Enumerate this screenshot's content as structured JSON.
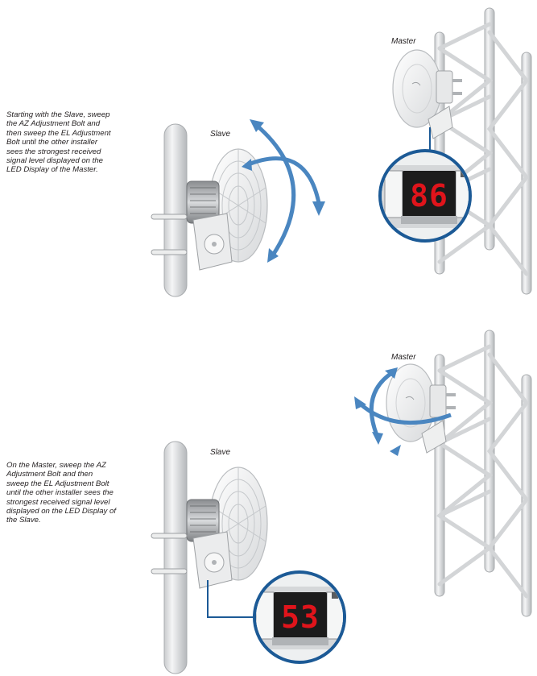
{
  "instructions": {
    "step1": "Starting with the Slave, sweep\nthe AZ Adjustment Bolt and\nthen sweep the EL Adjustment\nBolt until the other installer\nsees the strongest received\nsignal level displayed on the\nLED Display of the Master.",
    "step2": "On the Master, sweep the AZ\nAdjustment Bolt and then\nsweep the EL Adjustment Bolt\nuntil the other installer sees the\nstrongest received signal level\ndisplayed on the LED Display of\nthe Slave."
  },
  "scene1": {
    "slave_label": "Slave",
    "master_label": "Master",
    "led_value": "86"
  },
  "scene2": {
    "slave_label": "Slave",
    "master_label": "Master",
    "led_value": "53"
  },
  "colors": {
    "arrow": "#4a86c0",
    "callout_ring": "#1c5a96",
    "led_digits": "#e0141b",
    "led_background": "#1c1c1c"
  }
}
